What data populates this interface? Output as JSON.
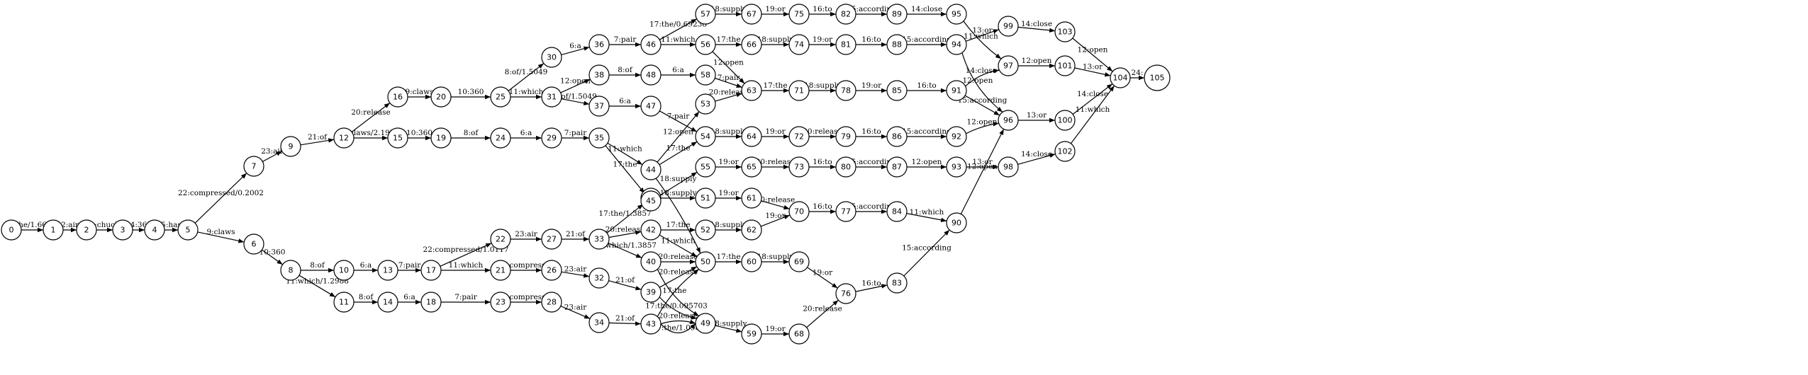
{
  "diagram": {
    "start_node": "0",
    "final_node": "105",
    "nodes": [
      "0",
      "1",
      "2",
      "3",
      "4",
      "5",
      "6",
      "7",
      "8",
      "9",
      "10",
      "11",
      "12",
      "13",
      "14",
      "15",
      "16",
      "17",
      "18",
      "19",
      "20",
      "21",
      "22",
      "23",
      "24",
      "25",
      "26",
      "27",
      "28",
      "29",
      "30",
      "31",
      "32",
      "33",
      "34",
      "35",
      "36",
      "37",
      "38",
      "39",
      "40",
      "41",
      "42",
      "43",
      "44",
      "45",
      "46",
      "47",
      "48",
      "49",
      "50",
      "51",
      "52",
      "53",
      "54",
      "55",
      "56",
      "57",
      "58",
      "59",
      "60",
      "61",
      "62",
      "63",
      "64",
      "65",
      "66",
      "67",
      "68",
      "69",
      "70",
      "71",
      "72",
      "73",
      "74",
      "75",
      "76",
      "77",
      "78",
      "79",
      "80",
      "81",
      "82",
      "83",
      "84",
      "85",
      "86",
      "87",
      "88",
      "89",
      "90",
      "91",
      "92",
      "93",
      "94",
      "95",
      "96",
      "97",
      "98",
      "99",
      "100",
      "101",
      "102",
      "103",
      "104",
      "105"
    ],
    "edges": [
      {
        "from": "0",
        "to": "1",
        "label": "1:the/1.6621"
      },
      {
        "from": "1",
        "to": "2",
        "label": "2:air"
      },
      {
        "from": "2",
        "to": "3",
        "label": "3:chuck"
      },
      {
        "from": "3",
        "to": "4",
        "label": "4:36"
      },
      {
        "from": "4",
        "to": "5",
        "label": "5:has"
      },
      {
        "from": "5",
        "to": "7",
        "label": "22:compressed/0.2002"
      },
      {
        "from": "5",
        "to": "6",
        "label": "9:claws"
      },
      {
        "from": "6",
        "to": "8",
        "label": "10:360"
      },
      {
        "from": "7",
        "to": "9",
        "label": "23:air"
      },
      {
        "from": "9",
        "to": "12",
        "label": "21:of"
      },
      {
        "from": "12",
        "to": "16",
        "label": "20:release"
      },
      {
        "from": "12",
        "to": "15",
        "label": "9:claws/2.1973"
      },
      {
        "from": "16",
        "to": "20",
        "label": "9:claws"
      },
      {
        "from": "20",
        "to": "25",
        "label": "10:360"
      },
      {
        "from": "15",
        "to": "19",
        "label": "10:360"
      },
      {
        "from": "19",
        "to": "24",
        "label": "8:of"
      },
      {
        "from": "24",
        "to": "29",
        "label": "6:a"
      },
      {
        "from": "29",
        "to": "35",
        "label": "7:pair"
      },
      {
        "from": "25",
        "to": "30",
        "label": "8:of/1.5049"
      },
      {
        "from": "25",
        "to": "31",
        "label": "11:which"
      },
      {
        "from": "30",
        "to": "36",
        "label": "6:a"
      },
      {
        "from": "36",
        "to": "46",
        "label": "7:pair"
      },
      {
        "from": "31",
        "to": "38",
        "label": "12:open"
      },
      {
        "from": "31",
        "to": "37",
        "label": "8:of/1.5049"
      },
      {
        "from": "38",
        "to": "48",
        "label": "8:of"
      },
      {
        "from": "48",
        "to": "58",
        "label": "6:a"
      },
      {
        "from": "58",
        "to": "63",
        "label": "7:pair"
      },
      {
        "from": "37",
        "to": "47",
        "label": "6:a"
      },
      {
        "from": "47",
        "to": "54",
        "label": "7:pair"
      },
      {
        "from": "46",
        "to": "57",
        "label": "17:the/0.69238"
      },
      {
        "from": "46",
        "to": "56",
        "label": "11:which"
      },
      {
        "from": "57",
        "to": "67",
        "label": "18:supply"
      },
      {
        "from": "67",
        "to": "75",
        "label": "19:or"
      },
      {
        "from": "75",
        "to": "82",
        "label": "16:to"
      },
      {
        "from": "82",
        "to": "89",
        "label": "15:according"
      },
      {
        "from": "89",
        "to": "95",
        "label": "14:close"
      },
      {
        "from": "95",
        "to": "97",
        "label": "11:which"
      },
      {
        "from": "56",
        "to": "66",
        "label": "17:the"
      },
      {
        "from": "56",
        "to": "63",
        "label": "12:open"
      },
      {
        "from": "66",
        "to": "74",
        "label": "18:supply"
      },
      {
        "from": "74",
        "to": "81",
        "label": "19:or"
      },
      {
        "from": "81",
        "to": "88",
        "label": "16:to"
      },
      {
        "from": "88",
        "to": "94",
        "label": "15:according"
      },
      {
        "from": "94",
        "to": "99",
        "label": "13:or"
      },
      {
        "from": "94",
        "to": "96",
        "label": "12:open"
      },
      {
        "from": "99",
        "to": "103",
        "label": "14:close"
      },
      {
        "from": "103",
        "to": "104",
        "label": "12:open"
      },
      {
        "from": "63",
        "to": "71",
        "label": "17:the"
      },
      {
        "from": "71",
        "to": "78",
        "label": "18:supply"
      },
      {
        "from": "78",
        "to": "85",
        "label": "19:or"
      },
      {
        "from": "85",
        "to": "91",
        "label": "16:to"
      },
      {
        "from": "91",
        "to": "97",
        "label": "14:close"
      },
      {
        "from": "91",
        "to": "96",
        "label": "15:according"
      },
      {
        "from": "97",
        "to": "101",
        "label": "12:open"
      },
      {
        "from": "101",
        "to": "104",
        "label": "13:or"
      },
      {
        "from": "96",
        "to": "100",
        "label": "13:or"
      },
      {
        "from": "100",
        "to": "104",
        "label": "14:close"
      },
      {
        "from": "104",
        "to": "105",
        "label": "24:"
      },
      {
        "from": "35",
        "to": "44",
        "label": "11:which"
      },
      {
        "from": "35",
        "to": "45",
        "label": "17:the"
      },
      {
        "from": "44",
        "to": "53",
        "label": "12:open"
      },
      {
        "from": "44",
        "to": "54",
        "label": "17:the"
      },
      {
        "from": "44",
        "to": "50",
        "label": ""
      },
      {
        "from": "53",
        "to": "63",
        "label": "20:release"
      },
      {
        "from": "54",
        "to": "64",
        "label": "18:supply"
      },
      {
        "from": "64",
        "to": "72",
        "label": "19:or"
      },
      {
        "from": "72",
        "to": "79",
        "label": "20:release"
      },
      {
        "from": "79",
        "to": "86",
        "label": "16:to"
      },
      {
        "from": "86",
        "to": "92",
        "label": "15:according"
      },
      {
        "from": "92",
        "to": "96",
        "label": "12:open"
      },
      {
        "from": "45",
        "to": "55",
        "label": "18:supply"
      },
      {
        "from": "55",
        "to": "65",
        "label": "19:or"
      },
      {
        "from": "65",
        "to": "73",
        "label": "20:release"
      },
      {
        "from": "73",
        "to": "80",
        "label": "16:to"
      },
      {
        "from": "80",
        "to": "87",
        "label": "15:according"
      },
      {
        "from": "87",
        "to": "93",
        "label": "12:open"
      },
      {
        "from": "93",
        "to": "98",
        "label": "13:or"
      },
      {
        "from": "98",
        "to": "102",
        "label": "14:close"
      },
      {
        "from": "102",
        "to": "104",
        "label": "11:which"
      },
      {
        "from": "8",
        "to": "10",
        "label": "8:of"
      },
      {
        "from": "8",
        "to": "11",
        "label": "11:which/1.2988"
      },
      {
        "from": "10",
        "to": "13",
        "label": "6:a"
      },
      {
        "from": "13",
        "to": "17",
        "label": "7:pair"
      },
      {
        "from": "17",
        "to": "22",
        "label": "22:compressed/1.0117"
      },
      {
        "from": "17",
        "to": "21",
        "label": "11:which"
      },
      {
        "from": "22",
        "to": "27",
        "label": "23:air"
      },
      {
        "from": "27",
        "to": "33",
        "label": "21:of"
      },
      {
        "from": "21",
        "to": "26",
        "label": "22:compressed"
      },
      {
        "from": "26",
        "to": "32",
        "label": "23:air"
      },
      {
        "from": "32",
        "to": "39",
        "label": "21:of"
      },
      {
        "from": "11",
        "to": "14",
        "label": "8:of"
      },
      {
        "from": "14",
        "to": "18",
        "label": "6:a"
      },
      {
        "from": "18",
        "to": "23",
        "label": "7:pair"
      },
      {
        "from": "23",
        "to": "28",
        "label": "22:compressed"
      },
      {
        "from": "28",
        "to": "34",
        "label": "23:air"
      },
      {
        "from": "34",
        "to": "43",
        "label": "21:of"
      },
      {
        "from": "33",
        "to": "41",
        "label": "17:the/1.3857"
      },
      {
        "from": "33",
        "to": "42",
        "label": "20:release"
      },
      {
        "from": "33",
        "to": "40",
        "label": "11:which/1.3857"
      },
      {
        "from": "41",
        "to": "51",
        "label": "18:supply"
      },
      {
        "from": "51",
        "to": "61",
        "label": "19:or"
      },
      {
        "from": "61",
        "to": "70",
        "label": "20:release"
      },
      {
        "from": "42",
        "to": "52",
        "label": "17:the"
      },
      {
        "from": "42",
        "to": "50",
        "label": "11:which"
      },
      {
        "from": "52",
        "to": "62",
        "label": "18:supply"
      },
      {
        "from": "62",
        "to": "70",
        "label": "19:or"
      },
      {
        "from": "70",
        "to": "77",
        "label": "16:to"
      },
      {
        "from": "77",
        "to": "84",
        "label": "15:according"
      },
      {
        "from": "84",
        "to": "90",
        "label": "11:which"
      },
      {
        "from": "90",
        "to": "96",
        "label": "12:open"
      },
      {
        "from": "40",
        "to": "50",
        "label": "20:release"
      },
      {
        "from": "40",
        "to": "49",
        "label": "17:the"
      },
      {
        "from": "39",
        "to": "50",
        "label": "20:release"
      },
      {
        "from": "39",
        "to": "49",
        "label": "17:the/0.095703"
      },
      {
        "from": "43",
        "to": "50",
        "label": ""
      },
      {
        "from": "43",
        "to": "49",
        "label": "20:release"
      },
      {
        "from": "43",
        "to": "49",
        "label": "17:the/1.0986"
      },
      {
        "from": "50",
        "to": "60",
        "label": "17:the"
      },
      {
        "from": "60",
        "to": "69",
        "label": "18:supply"
      },
      {
        "from": "69",
        "to": "76",
        "label": "19:or"
      },
      {
        "from": "49",
        "to": "59",
        "label": "18:supply"
      },
      {
        "from": "59",
        "to": "68",
        "label": "19:or"
      },
      {
        "from": "68",
        "to": "76",
        "label": "20:release"
      },
      {
        "from": "76",
        "to": "83",
        "label": "16:to"
      },
      {
        "from": "83",
        "to": "90",
        "label": "15:according"
      }
    ]
  }
}
